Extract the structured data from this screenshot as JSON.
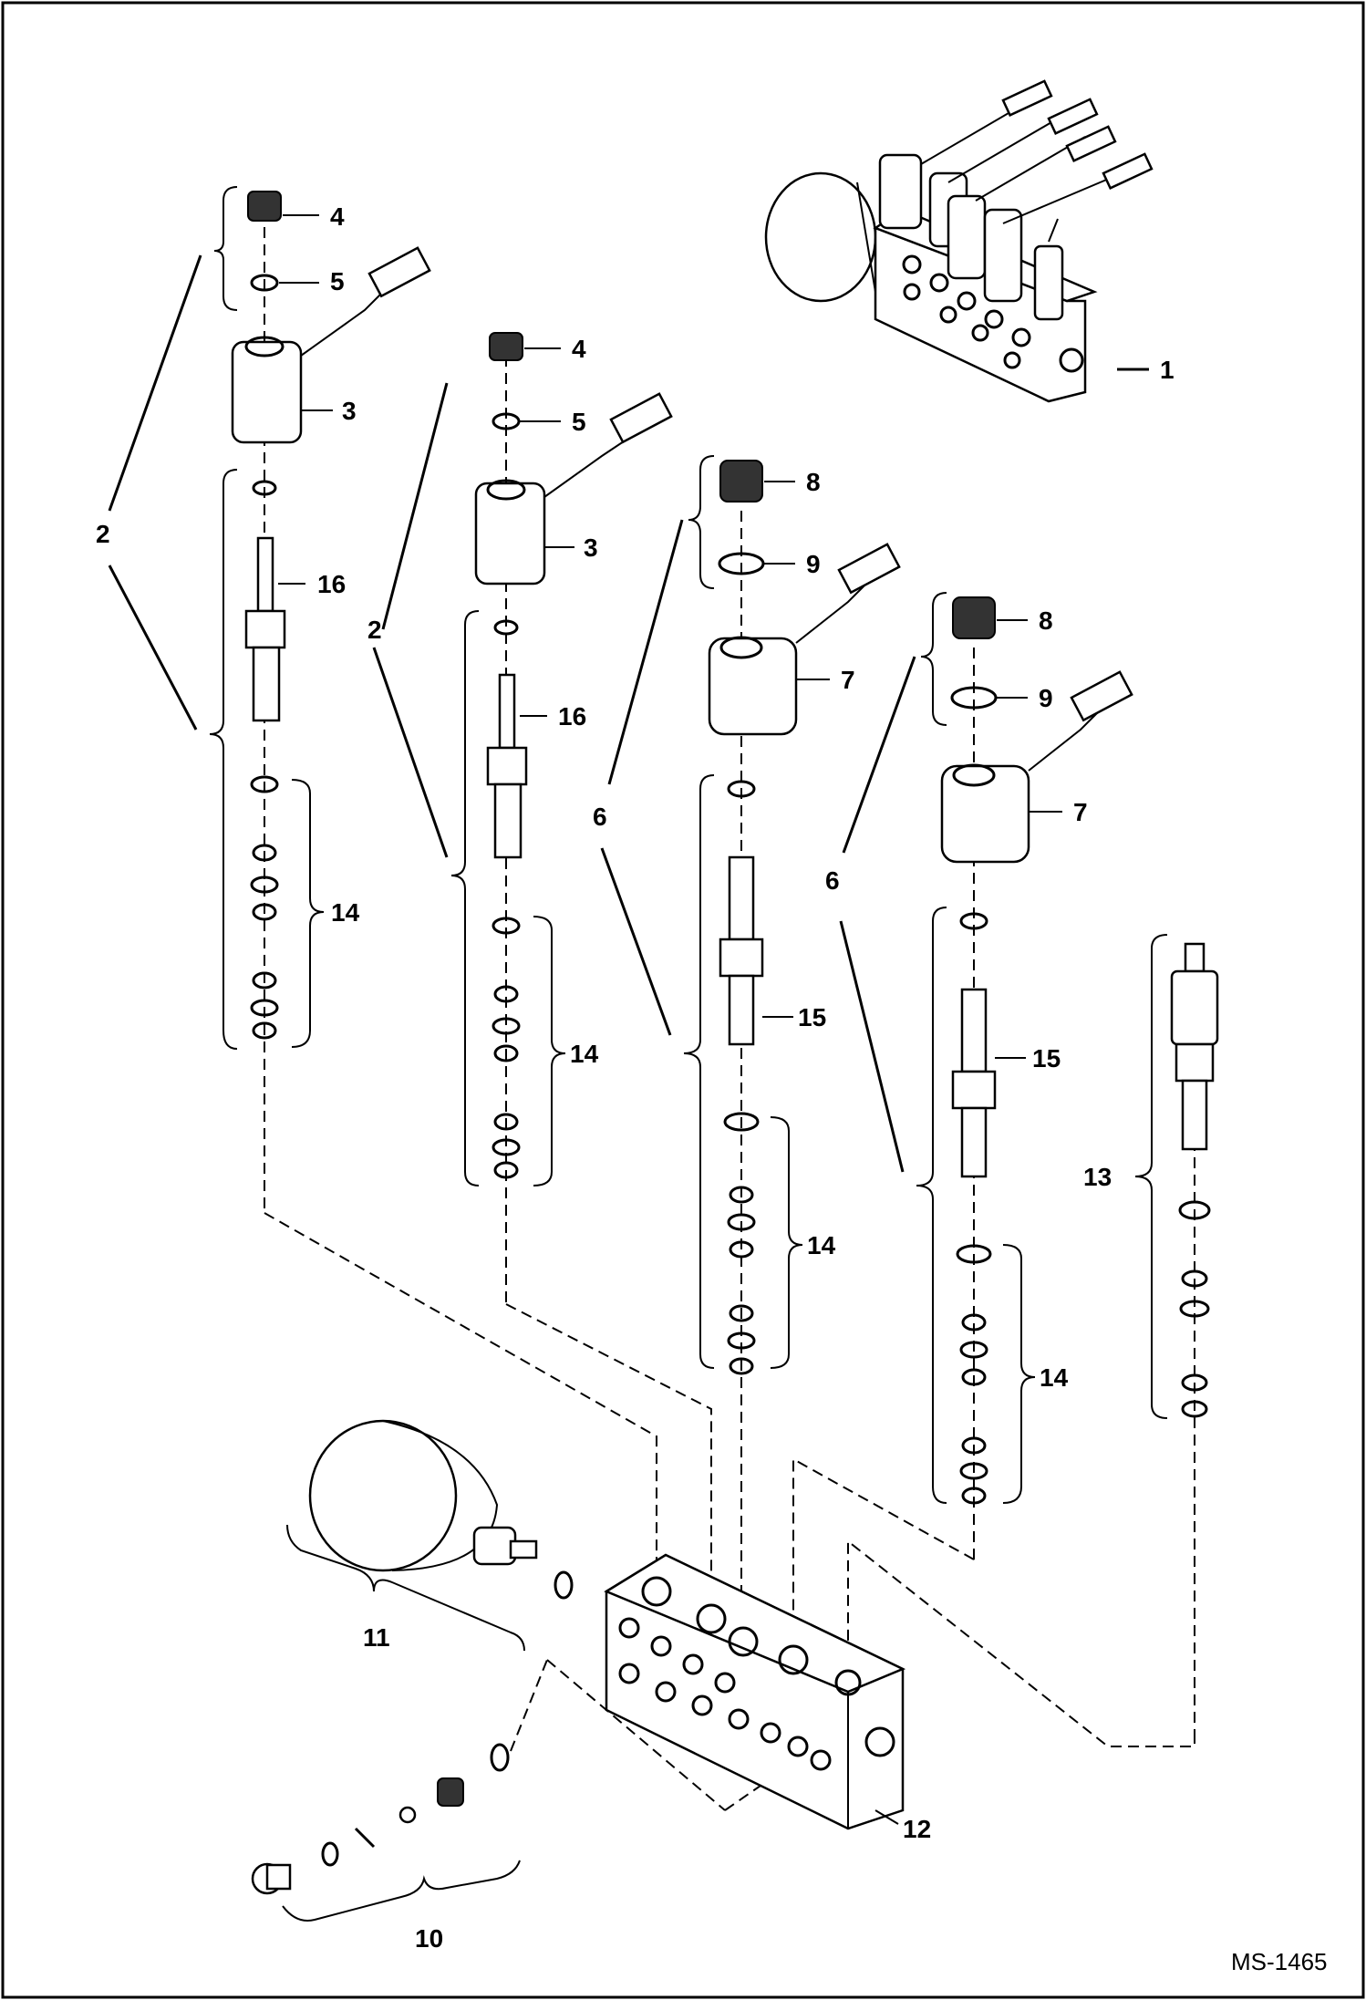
{
  "drawing_code": "MS-1465",
  "callouts": {
    "c1": "1",
    "c2a": "2",
    "c2b": "2",
    "c3a": "3",
    "c3b": "3",
    "c4a": "4",
    "c4b": "4",
    "c5a": "5",
    "c5b": "5",
    "c6a": "6",
    "c6b": "6",
    "c7a": "7",
    "c7b": "7",
    "c8a": "8",
    "c8b": "8",
    "c9a": "9",
    "c9b": "9",
    "c10": "10",
    "c11": "11",
    "c12": "12",
    "c13": "13",
    "c14a": "14",
    "c14b": "14",
    "c14c": "14",
    "c14d": "14",
    "c15a": "15",
    "c15b": "15",
    "c16a": "16",
    "c16b": "16"
  }
}
